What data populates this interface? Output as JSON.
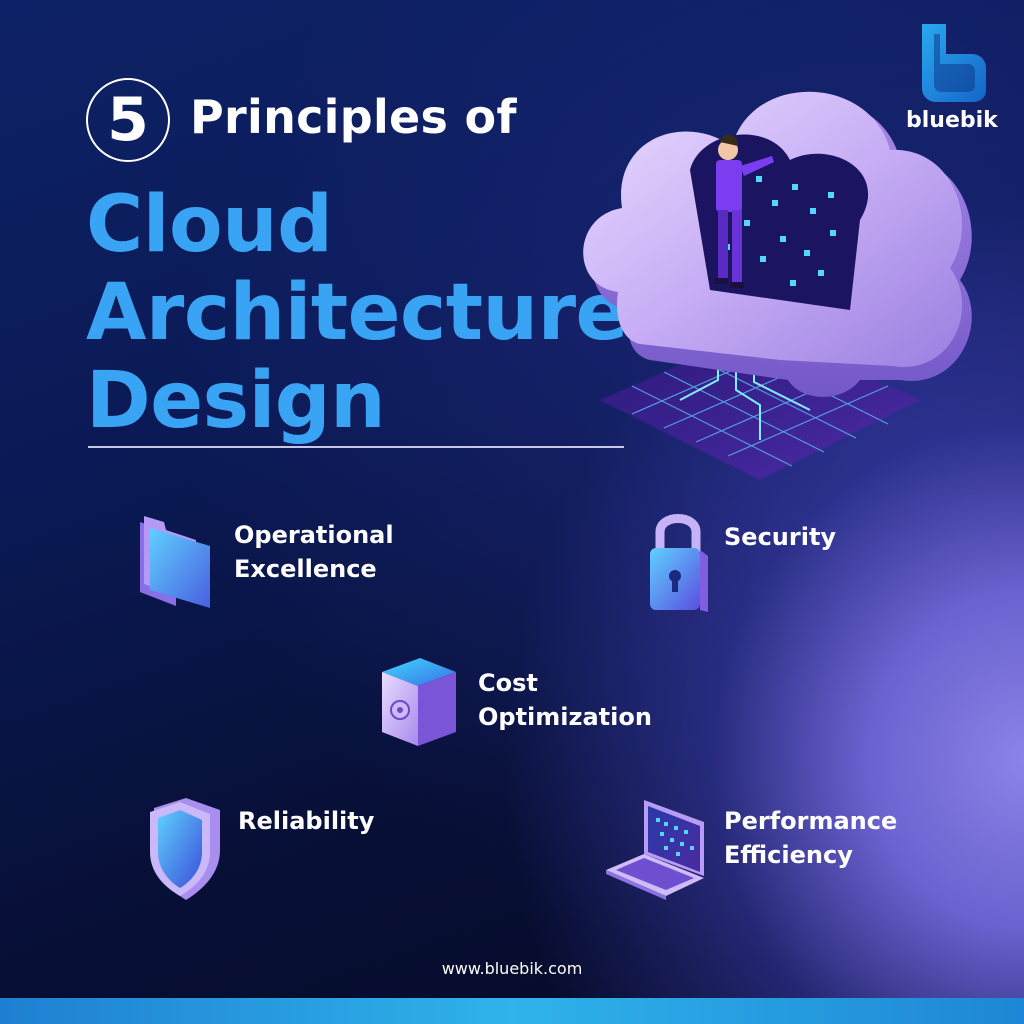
{
  "brand": {
    "name": "bluebik",
    "accent": "#3aa4f4",
    "logo_color": "#1f8fe0"
  },
  "headline": {
    "number": "5",
    "line1": "Principles of",
    "line2": "Cloud",
    "line3": "Architecture",
    "line4": "Design"
  },
  "principles": [
    {
      "label_line1": "Operational",
      "label_line2": "Excellence",
      "icon": "folder-icon"
    },
    {
      "label_line1": "Security",
      "label_line2": "",
      "icon": "padlock-icon"
    },
    {
      "label_line1": "Cost",
      "label_line2": "Optimization",
      "icon": "safe-icon"
    },
    {
      "label_line1": "Reliability",
      "label_line2": "",
      "icon": "shield-icon"
    },
    {
      "label_line1": "Performance",
      "label_line2": "Efficiency",
      "icon": "laptop-icon"
    }
  ],
  "footer": {
    "url": "www.bluebik.com"
  }
}
